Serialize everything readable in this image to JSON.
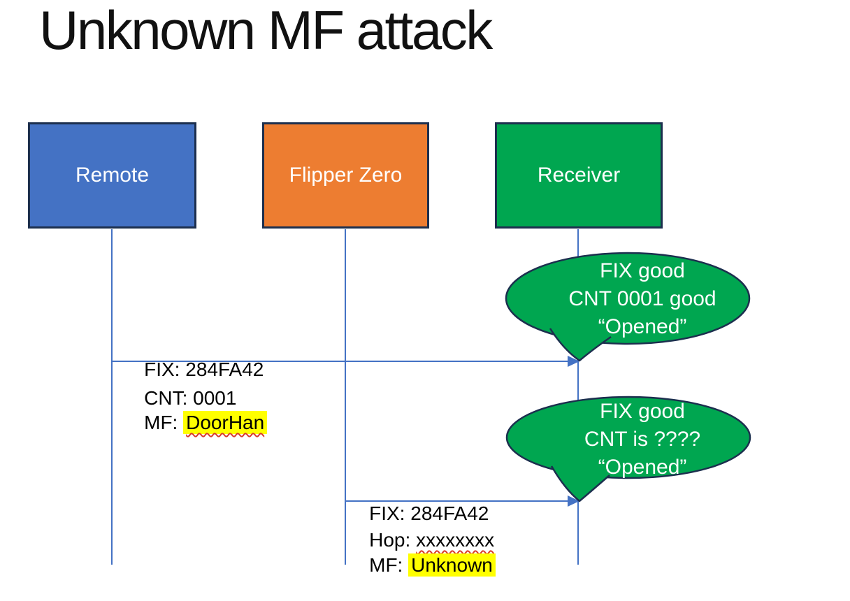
{
  "title": "Unknown MF attack",
  "actors": [
    {
      "label": "Remote",
      "fill": "#4472C4"
    },
    {
      "label": "Flipper Zero",
      "fill": "#ED7D31"
    },
    {
      "label": "Receiver",
      "fill": "#00A650"
    }
  ],
  "messages": [
    {
      "from": "Remote",
      "to": "Receiver",
      "line1": "FIX: 284FA42",
      "line2": "CNT: 0001",
      "line3_prefix": "MF: ",
      "line3_word": "DoorHan"
    },
    {
      "from": "Flipper Zero",
      "to": "Receiver",
      "line1": "FIX: 284FA42",
      "line2_prefix": "Hop: ",
      "line2_word": "xxxxxxxx",
      "line3_prefix": "MF: ",
      "line3_word": "Unknown"
    }
  ],
  "callouts": [
    {
      "line1": "FIX good",
      "line2": "CNT 0001 good",
      "line3": "“Opened”"
    },
    {
      "line1": "FIX good",
      "line2": "CNT is ????",
      "line3": "“Opened”"
    }
  ],
  "colors": {
    "connector_blue": "#4472C4",
    "shape_border_navy": "#1C2F4E",
    "callout_green": "#00A650",
    "highlight_yellow": "#FFFF00",
    "squiggle_red": "#D83B2B",
    "actor_text": "#FFFFFF",
    "title_text": "#111111"
  }
}
